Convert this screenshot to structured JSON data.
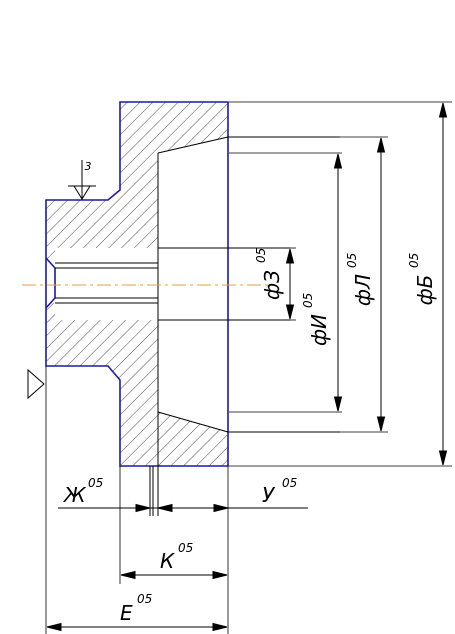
{
  "drawing": {
    "colors": {
      "outline": "#1a1aa8",
      "line": "#000000",
      "hatch": "#000000",
      "axis": "#e0a040"
    },
    "process_number": "05",
    "datum_mark": "3",
    "dimensions": {
      "phi_b": {
        "symbol": "ф",
        "letter": "Б"
      },
      "phi_l": {
        "symbol": "ф",
        "letter": "Л"
      },
      "phi_i": {
        "symbol": "ф",
        "letter": "И"
      },
      "phi_z": {
        "symbol": "ф",
        "letter": "З"
      },
      "zh": {
        "letter": "Ж"
      },
      "u": {
        "letter": "У"
      },
      "k": {
        "letter": "К"
      },
      "e": {
        "letter": "Е"
      }
    }
  }
}
